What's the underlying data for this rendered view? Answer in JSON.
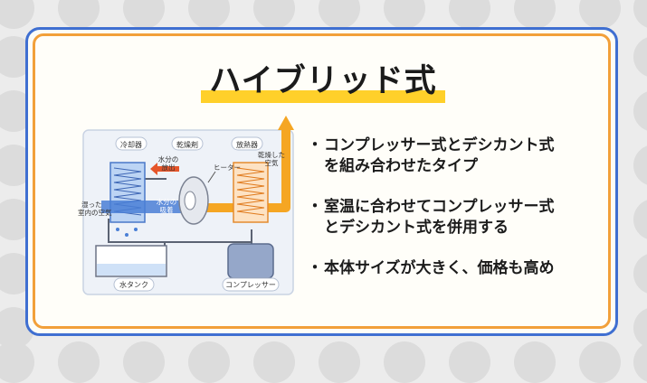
{
  "slide": {
    "title": "ハイブリッド式",
    "bullet_marker": "・",
    "bullets": [
      "コンプレッサー式とデシカント式\nを組み合わせたタイプ",
      "室温に合わせてコンプレッサー式\nとデシカント式を併用する",
      "本体サイズが大きく、価格も高め"
    ]
  },
  "diagram": {
    "label_cooler": "冷却器",
    "label_dryer": "乾燥剤",
    "label_radiator": "放熱器",
    "label_moisture_release_1": "水分の",
    "label_moisture_release_2": "放出",
    "label_heater": "ヒーター",
    "label_dry_air_1": "乾燥した",
    "label_dry_air_2": "空気",
    "label_humid_air_1": "湿った",
    "label_humid_air_2": "室内の空気",
    "label_moisture_absorb_1": "水分の",
    "label_moisture_absorb_2": "吸着",
    "label_tank": "水タンク",
    "label_compressor": "コンプレッサー"
  },
  "colors": {
    "frame_blue": "#3f6fd1",
    "frame_orange": "#f2a03a",
    "title_highlight": "#ffd02a",
    "air_arrow": "#f5a623"
  }
}
